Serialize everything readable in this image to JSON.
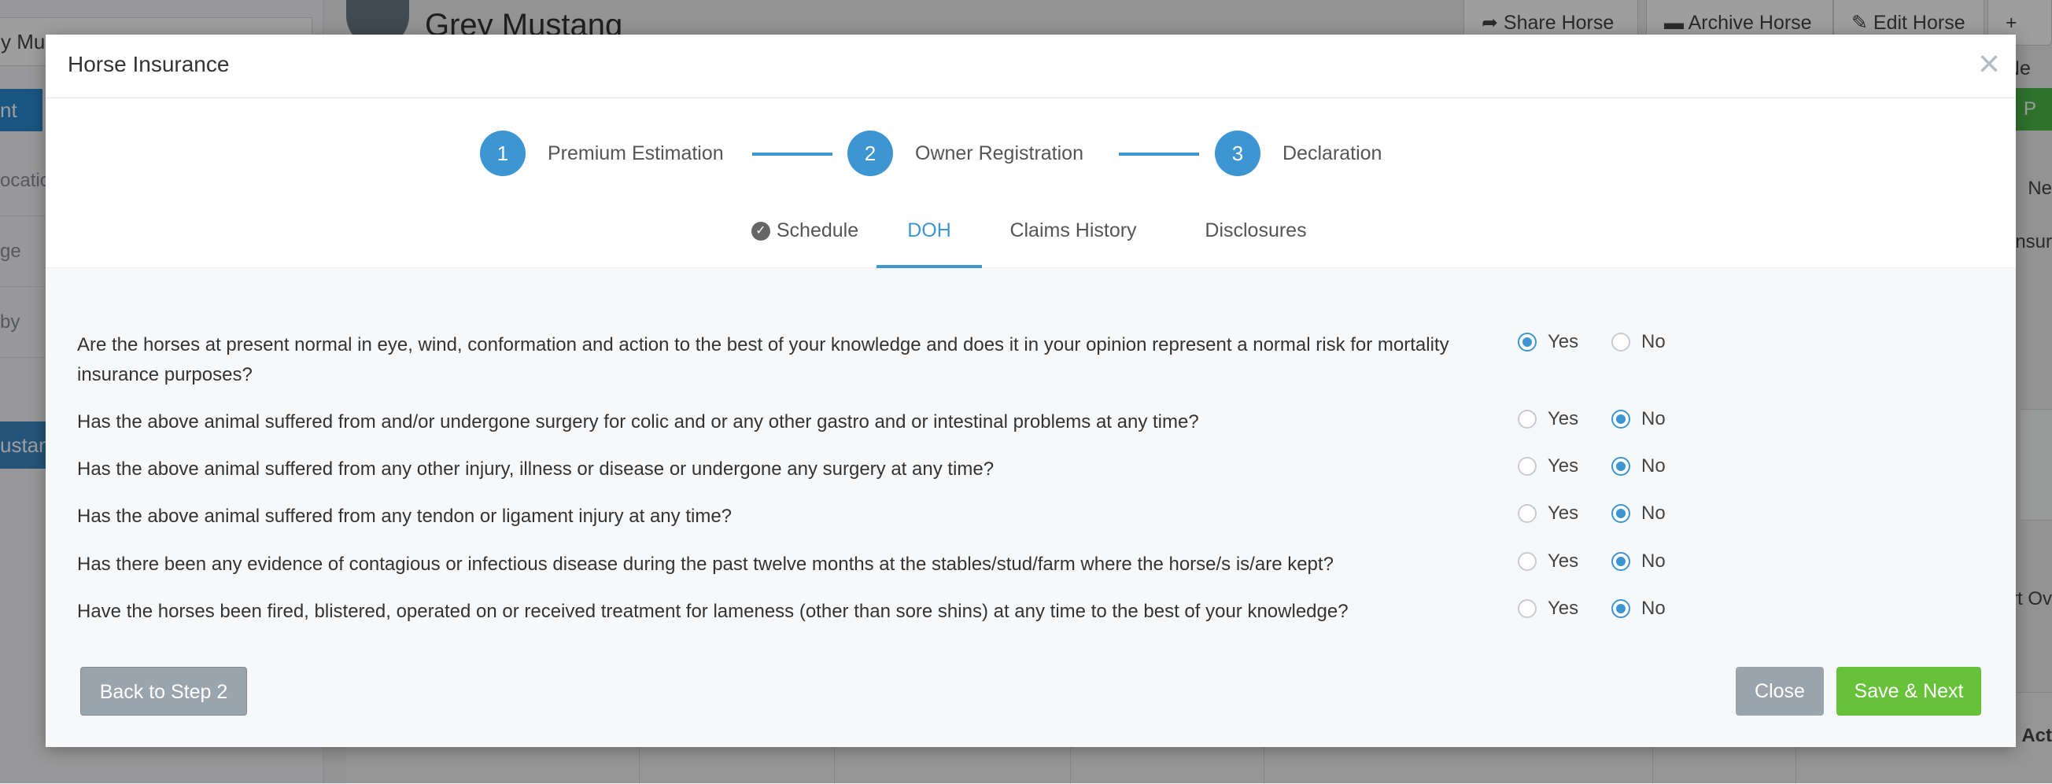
{
  "background": {
    "sidebar": {
      "search_value": "y Mus",
      "active_button_label": "nt",
      "rows": [
        "ocatio",
        "ge",
        "by"
      ],
      "selected_item": "ustan"
    },
    "horse_name": "Grey Mustang",
    "toolbar": {
      "share_label": "Share Horse",
      "archive_label": "Archive Horse",
      "edit_label": "Edit Horse",
      "new_label": "Ne"
    },
    "right_fragments": {
      "green_button": "P",
      "ne": "Ne",
      "insu": "nsur",
      "rt_ov": "rt Ov",
      "act": "Act"
    }
  },
  "modal": {
    "title": "Horse Insurance",
    "close_symbol": "×",
    "steps": [
      {
        "number": "1",
        "label": "Premium Estimation"
      },
      {
        "number": "2",
        "label": "Owner Registration"
      },
      {
        "number": "3",
        "label": "Declaration"
      }
    ],
    "tabs": [
      {
        "label": "Schedule",
        "completed": true
      },
      {
        "label": "DOH",
        "active": true
      },
      {
        "label": "Claims History"
      },
      {
        "label": "Disclosures"
      }
    ],
    "questions": [
      {
        "text": "Are the horses at present normal in eye, wind, conformation and action to the best of your knowledge and does it in your opinion represent a normal risk for mortality insurance purposes?",
        "answer": "Yes"
      },
      {
        "text": "Has the above animal suffered from and/or undergone surgery for colic and or any other gastro and or intestinal problems at any time?",
        "answer": "No"
      },
      {
        "text": "Has the above animal suffered from any other injury, illness or disease or undergone any surgery at any time?",
        "answer": "No"
      },
      {
        "text": "Has the above animal suffered from any tendon or ligament injury at any time?",
        "answer": "No"
      },
      {
        "text": "Has there been any evidence of contagious or infectious disease during the past twelve months at the stables/stud/farm where the horse/s is/are kept?",
        "answer": "No"
      },
      {
        "text": "Have the horses been fired, blistered, operated on or received treatment for lameness (other than sore shins) at any time to the best of your knowledge?",
        "answer": "No"
      }
    ],
    "option_yes": "Yes",
    "option_no": "No",
    "buttons": {
      "back_label": "Back to Step 2",
      "close_label": "Close",
      "next_label": "Save & Next"
    }
  },
  "colors": {
    "accent": "#3d96d1",
    "success": "#67c23a",
    "secondary": "#9aa4ac"
  }
}
